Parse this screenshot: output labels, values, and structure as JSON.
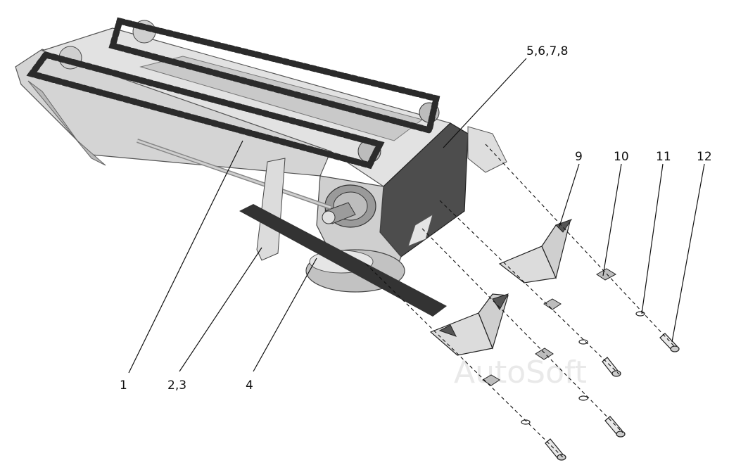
{
  "callouts": [
    {
      "id": "c1",
      "label": "1"
    },
    {
      "id": "c23",
      "label": "2,3"
    },
    {
      "id": "c4",
      "label": "4"
    },
    {
      "id": "c5678",
      "label": "5,6,7,8"
    },
    {
      "id": "c9",
      "label": "9"
    },
    {
      "id": "c10",
      "label": "10"
    },
    {
      "id": "c11",
      "label": "11"
    },
    {
      "id": "c12",
      "label": "12"
    }
  ],
  "watermark": "AutoSoft",
  "colors": {
    "body_light": "#d8d8d8",
    "body_mid": "#bdbdbd",
    "body_dark": "#4a4a4a",
    "chain": "#2b2b2b",
    "belt": "#333333",
    "line": "#111111"
  }
}
